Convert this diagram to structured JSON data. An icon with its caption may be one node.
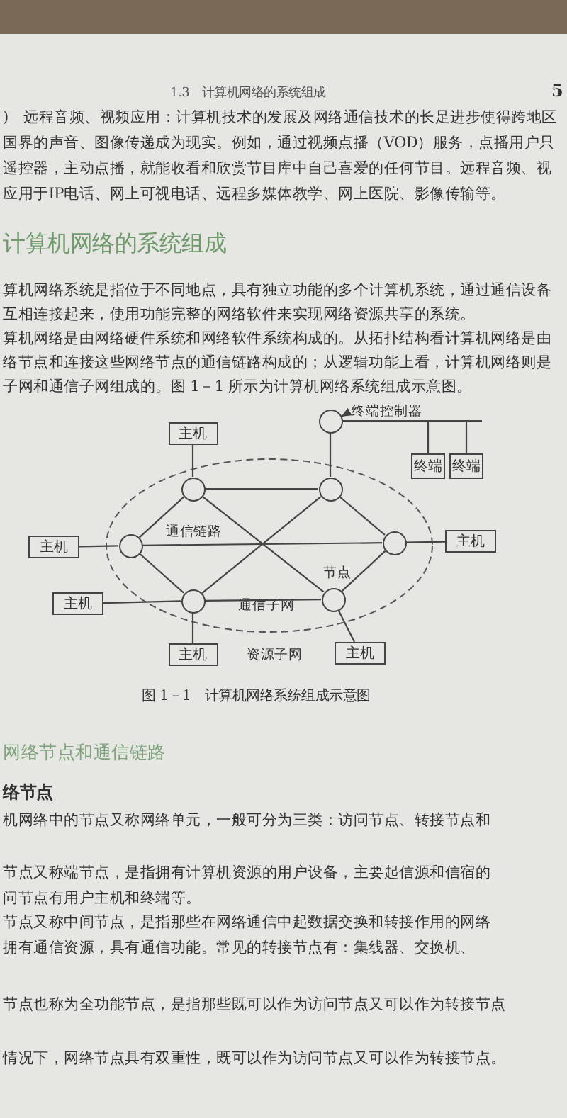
{
  "diagram": {
    "caption": "图 1－1　计算机网络系统组成示意图",
    "nodes": [
      {
        "text": [
          "终端控制器"
        ]
      },
      {
        "text": [],
        "shape": "circle"
      },
      {
        "text": [
          "主机"
        ]
      },
      {
        "text": [
          "终端"
        ]
      },
      {
        "text": [
          "终端"
        ]
      },
      {
        "text": [
          "通信子网"
        ]
      },
      {
        "text": [],
        "shape": "circle",
        "in": 5
      },
      {
        "text": [],
        "shape": "circle",
        "in": 5
      },
      {
        "text": [
          "主机"
        ]
      },
      {
        "text": [],
        "shape": "circle",
        "in": 5
      },
      {
        "text": [],
        "shape": "circle",
        "in": 5
      },
      {
        "text": [
          "主机"
        ]
      },
      {
        "text": [
          "主机"
        ]
      },
      {
        "text": [],
        "shape": "circle",
        "in": 5
      },
      {
        "text": [],
        "shape": "circle",
        "in": 5
      },
      {
        "text": [
          "主机"
        ]
      },
      {
        "text": [
          "主机"
        ]
      }
    ],
    "edges": [
      {
        "from": 0,
        "to": 1,
        "arrow": "to"
      },
      {
        "from": 1,
        "to": 3,
        "arrow": "none"
      },
      {
        "from": 1,
        "to": 4,
        "arrow": "none"
      },
      {
        "from": 2,
        "to": 6,
        "arrow": "none"
      },
      {
        "from": 1,
        "to": 7,
        "arrow": "none"
      },
      {
        "from": 6,
        "to": 7,
        "arrow": "none"
      },
      {
        "from": 6,
        "to": 9,
        "arrow": "none"
      },
      {
        "from": 6,
        "to": 14,
        "arrow": "none"
      },
      {
        "from": 7,
        "to": 10,
        "arrow": "none"
      },
      {
        "from": 7,
        "to": 13,
        "arrow": "none"
      },
      {
        "from": 9,
        "to": 10,
        "arrow": "none"
      },
      {
        "from": 9,
        "to": 13,
        "arrow": "none"
      },
      {
        "from": 13,
        "to": 14,
        "arrow": "none"
      },
      {
        "from": 10,
        "to": 14,
        "arrow": "none"
      },
      {
        "from": 8,
        "to": 9,
        "arrow": "none"
      },
      {
        "from": 10,
        "to": 11,
        "arrow": "none"
      },
      {
        "from": 12,
        "to": 13,
        "arrow": "none"
      },
      {
        "from": 15,
        "to": 13,
        "arrow": "none"
      },
      {
        "from": 14,
        "to": 16,
        "arrow": "none"
      }
    ],
    "labels": [
      "1.3　计算机网络的系统组成",
      "5",
      ")　远程音频、视频应用：计算机技术的发展及网络通信技术的长足进步使得跨地区",
      "国界的声音、图像传递成为现实。例如，通过视频点播（VOD）服务，点播用户只",
      "遥控器，主动点播，就能收看和欣赏节目库中自己喜爱的任何节目。远程音频、视",
      "应用于IP电话、网上可视电话、远程多媒体教学、网上医院、影像传输等。",
      "计算机网络的系统组成",
      "算机网络系统是指位于不同地点，具有独立功能的多个计算机系统，通过通信设备",
      "互相连接起来，使用功能完整的网络软件来实现网络资源共享的系统。",
      "算机网络是由网络硬件系统和网络软件系统构成的。从拓扑结构看计算机网络是由",
      "络节点和连接这些网络节点的通信链路构成的；从逻辑功能上看，计算机网络则是",
      "子网和通信子网组成的。图 1－1 所示为计算机网络系统组成示意图。",
      "通信链路",
      "节点",
      "资源子网",
      "网络节点和通信链路",
      "络节点",
      "机网络中的节点又称网络单元，一般可分为三类：访问节点、转接节点和",
      "节点又称端节点，是指拥有计算机资源的用户设备，主要起信源和信宿的",
      "问节点有用户主机和终端等。",
      "节点又称中间节点，是指那些在网络通信中起数据交换和转接作用的网络",
      "拥有通信资源，具有通信功能。常见的转接节点有：集线器、交换机、",
      "节点也称为全功能节点，是指那些既可以作为访问节点又可以作为转接节点",
      "情况下，网络节点具有双重性，既可以作为访问节点又可以作为转接节点。"
    ]
  }
}
